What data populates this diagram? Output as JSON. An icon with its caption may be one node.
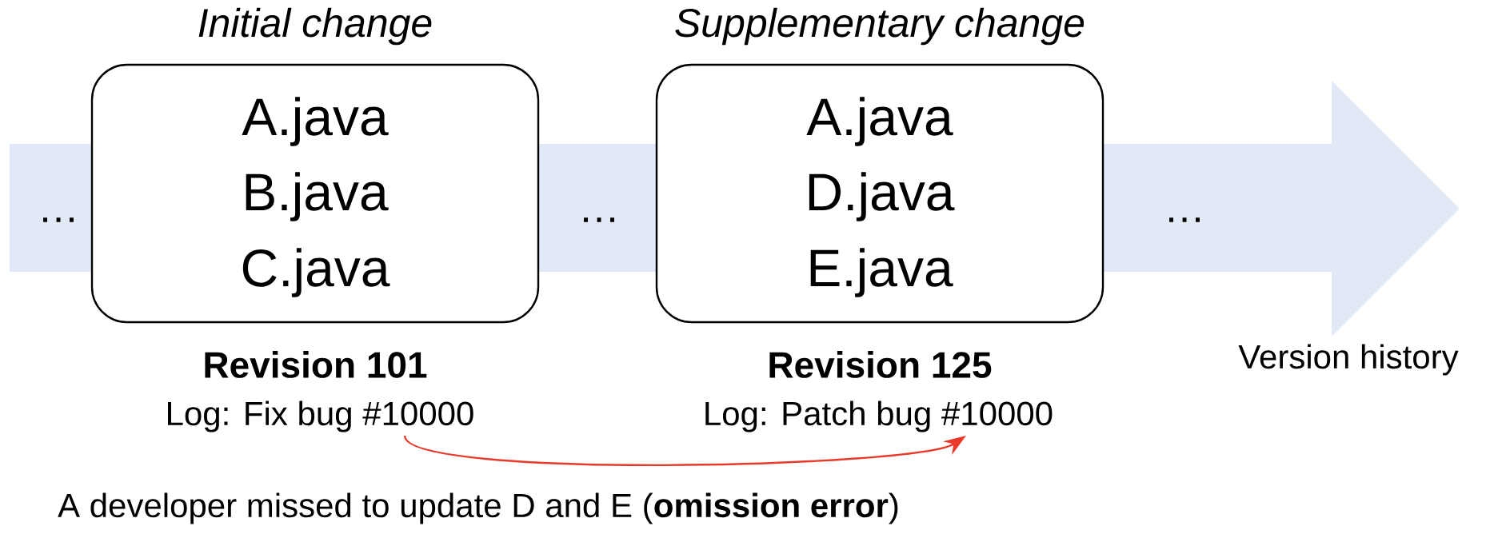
{
  "diagram": {
    "nodes": [
      {
        "text": [
          "Initial change",
          "A.java",
          "B.java",
          "C.java"
        ],
        "beside": [
          "Revision 101"
        ]
      },
      {
        "text": [
          "Log: Fix bug #10000"
        ]
      },
      {
        "text": [
          "Supplementary change",
          "A.java",
          "D.java",
          "E.java"
        ],
        "beside": [
          "Revision 125"
        ]
      },
      {
        "text": [
          "Log: Patch bug #10000"
        ]
      }
    ],
    "edges": [
      {
        "from": 1,
        "to": 3,
        "arrow": "to",
        "color": "#e8392a"
      }
    ],
    "labels": [
      "…",
      "…",
      "…",
      "Version history",
      "A developer missed to update D and E (**omission error**)"
    ]
  }
}
